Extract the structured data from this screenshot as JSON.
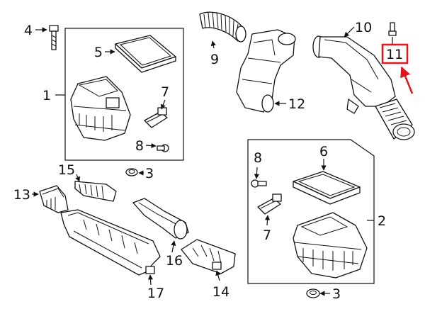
{
  "callouts": {
    "c1": "1",
    "c2": "2",
    "c3a": "3",
    "c3b": "3",
    "c4": "4",
    "c5": "5",
    "c6": "6",
    "c7a": "7",
    "c7b": "7",
    "c8a": "8",
    "c8b": "8",
    "c9": "9",
    "c10": "10",
    "c11": "11",
    "c12": "12",
    "c13": "13",
    "c14": "14",
    "c15": "15",
    "c16": "16",
    "c17": "17"
  },
  "colors": {
    "line": "#111111",
    "highlight": "#e0141e",
    "background": "#ffffff"
  }
}
